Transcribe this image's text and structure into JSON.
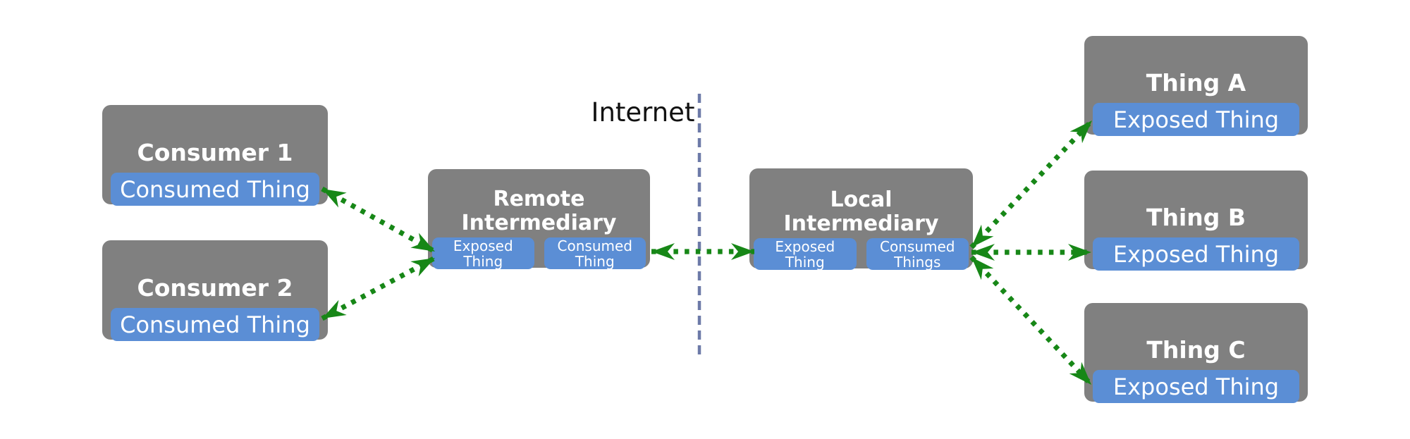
{
  "diagram": {
    "internet_label": "Internet",
    "colors": {
      "node_fill": "#808080",
      "port_fill": "#5b8ed5",
      "arrow": "#178717",
      "divider": "#6d7aa8",
      "text_light": "#ffffff",
      "text_dark": "#111111"
    },
    "nodes": [
      {
        "id": "consumer-1",
        "title": "Consumer 1",
        "ports": [
          "Consumed Thing"
        ]
      },
      {
        "id": "consumer-2",
        "title": "Consumer 2",
        "ports": [
          "Consumed Thing"
        ]
      },
      {
        "id": "remote-intermediary",
        "title": "Remote\nIntermediary",
        "ports": [
          "Exposed\nThing",
          "Consumed\nThing"
        ]
      },
      {
        "id": "local-intermediary",
        "title": "Local\nIntermediary",
        "ports": [
          "Exposed\nThing",
          "Consumed\nThings"
        ]
      },
      {
        "id": "thing-a",
        "title": "Thing A",
        "ports": [
          "Exposed Thing"
        ]
      },
      {
        "id": "thing-b",
        "title": "Thing B",
        "ports": [
          "Exposed Thing"
        ]
      },
      {
        "id": "thing-c",
        "title": "Thing C",
        "ports": [
          "Exposed Thing"
        ]
      }
    ],
    "edges": [
      {
        "from": {
          "node": "consumer-1",
          "port": "Consumed Thing"
        },
        "to": {
          "node": "remote-intermediary",
          "port": "Exposed Thing"
        },
        "bidirectional": true,
        "style": "green-dotted"
      },
      {
        "from": {
          "node": "consumer-2",
          "port": "Consumed Thing"
        },
        "to": {
          "node": "remote-intermediary",
          "port": "Exposed Thing"
        },
        "bidirectional": true,
        "style": "green-dotted"
      },
      {
        "from": {
          "node": "remote-intermediary",
          "port": "Consumed Thing"
        },
        "to": {
          "node": "local-intermediary",
          "port": "Exposed Thing"
        },
        "bidirectional": true,
        "style": "green-dotted",
        "crosses": "Internet"
      },
      {
        "from": {
          "node": "local-intermediary",
          "port": "Consumed Things"
        },
        "to": {
          "node": "thing-a",
          "port": "Exposed Thing"
        },
        "bidirectional": true,
        "style": "green-dotted"
      },
      {
        "from": {
          "node": "local-intermediary",
          "port": "Consumed Things"
        },
        "to": {
          "node": "thing-b",
          "port": "Exposed Thing"
        },
        "bidirectional": true,
        "style": "green-dotted"
      },
      {
        "from": {
          "node": "local-intermediary",
          "port": "Consumed Things"
        },
        "to": {
          "node": "thing-c",
          "port": "Exposed Thing"
        },
        "bidirectional": true,
        "style": "green-dotted"
      }
    ]
  }
}
